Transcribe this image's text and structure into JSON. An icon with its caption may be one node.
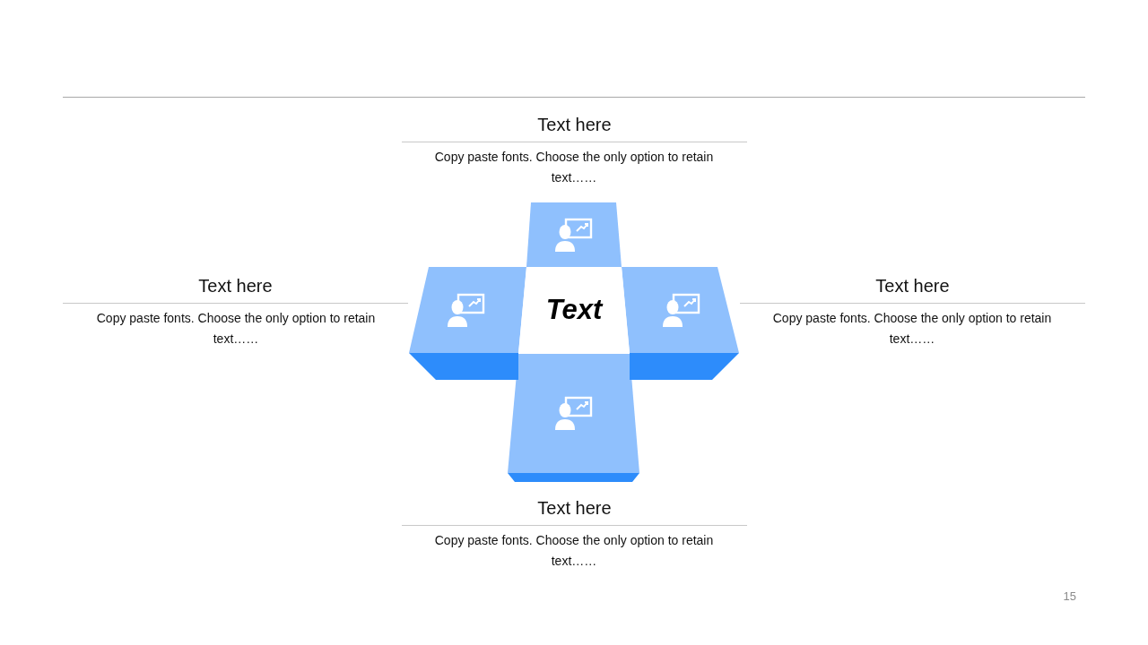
{
  "diagram": {
    "nodes": [
      {
        "text": [
          "Text"
        ]
      },
      {
        "text": [],
        "shape": "box"
      },
      {
        "text": [],
        "shape": "box"
      },
      {
        "text": [],
        "shape": "box"
      },
      {
        "text": [],
        "shape": "box"
      }
    ],
    "labels": [
      "Text here",
      "Copy paste fonts. Choose the only option to retain text……",
      "Text here",
      "Copy paste fonts. Choose the only option to retain text……",
      "Text here",
      "Copy paste fonts. Choose the only option to retain text……",
      "Text here",
      "Copy paste fonts. Choose the only option to retain text……",
      "15"
    ]
  }
}
